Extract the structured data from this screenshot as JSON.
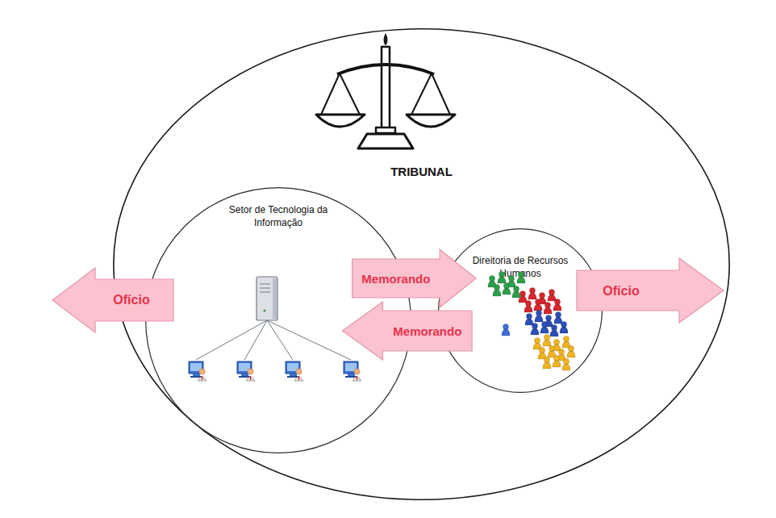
{
  "diagram": {
    "nodes": [
      {
        "text": [
          "TRIBUNAL"
        ]
      },
      {
        "text": [
          "Setor de Tecnologia da Informação"
        ],
        "in": 0
      },
      {
        "text": [
          "Direitoria de Recursos Humanos"
        ],
        "in": 0
      }
    ],
    "edges": [
      {
        "from": 1,
        "to": 2,
        "label": "Memorando",
        "arrow": "to"
      },
      {
        "from": 2,
        "to": 1,
        "label": "Memorando",
        "arrow": "to"
      }
    ],
    "labels": [
      "Ofício",
      "Ofício"
    ]
  }
}
